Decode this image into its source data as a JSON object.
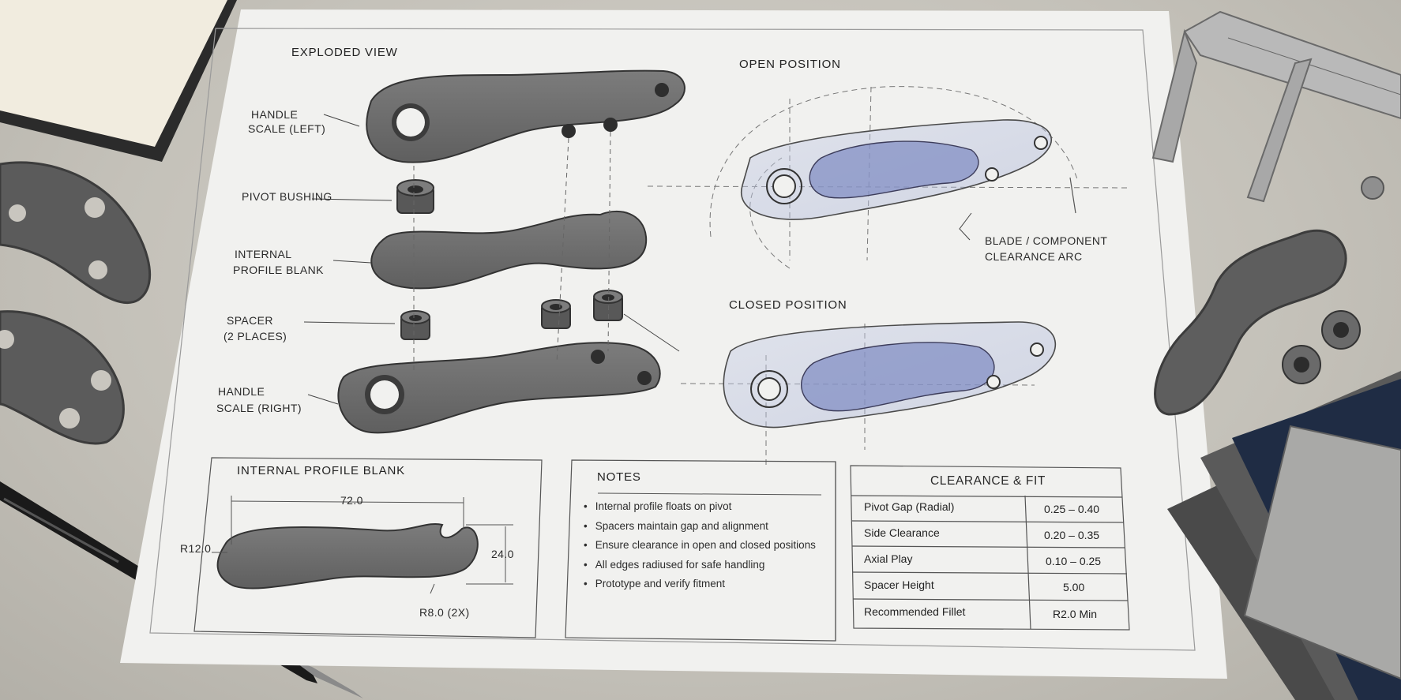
{
  "exploded_view": {
    "title": "EXPLODED VIEW",
    "handle_left": [
      "HANDLE",
      "SCALE (LEFT)"
    ],
    "pivot_bushing": "PIVOT BUSHING",
    "internal_blank": [
      "INTERNAL",
      "PROFILE BLANK"
    ],
    "spacer": [
      "SPACER",
      "(2 PLACES)"
    ],
    "handle_right": [
      "HANDLE",
      "SCALE (RIGHT)"
    ]
  },
  "open_position": {
    "title": "OPEN POSITION",
    "clearance_arc": [
      "BLADE / COMPONENT",
      "CLEARANCE ARC"
    ]
  },
  "closed_position": {
    "title": "CLOSED POSITION"
  },
  "profile_blank": {
    "title": "INTERNAL PROFILE BLANK",
    "dim_length": "72.0",
    "dim_height": "24.0",
    "dim_radius_left": "R12.0",
    "dim_radius_notch": "R8.0 (2X)"
  },
  "notes": {
    "title": "NOTES",
    "items": [
      "Internal profile floats on pivot",
      "Spacers maintain gap and alignment",
      "Ensure clearance in open and closed positions",
      "All edges radiused for safe handling",
      "Prototype and verify fitment"
    ]
  },
  "clearance_table": {
    "title": "CLEARANCE & FIT",
    "rows": [
      {
        "label": "Pivot Gap (Radial)",
        "value": "0.25 – 0.40"
      },
      {
        "label": "Side Clearance",
        "value": "0.20 – 0.35"
      },
      {
        "label": "Axial Play",
        "value": "0.10 – 0.25"
      },
      {
        "label": "Spacer Height",
        "value": "5.00"
      },
      {
        "label": "Recommended Fillet",
        "value": "R2.0 Min"
      }
    ]
  },
  "colors": {
    "paper": "#f1f1ef",
    "metal": "#6f6f6f",
    "metal_dark": "#4a4a4a",
    "line": "#333333",
    "blue_tint": "#8e9ccc"
  }
}
